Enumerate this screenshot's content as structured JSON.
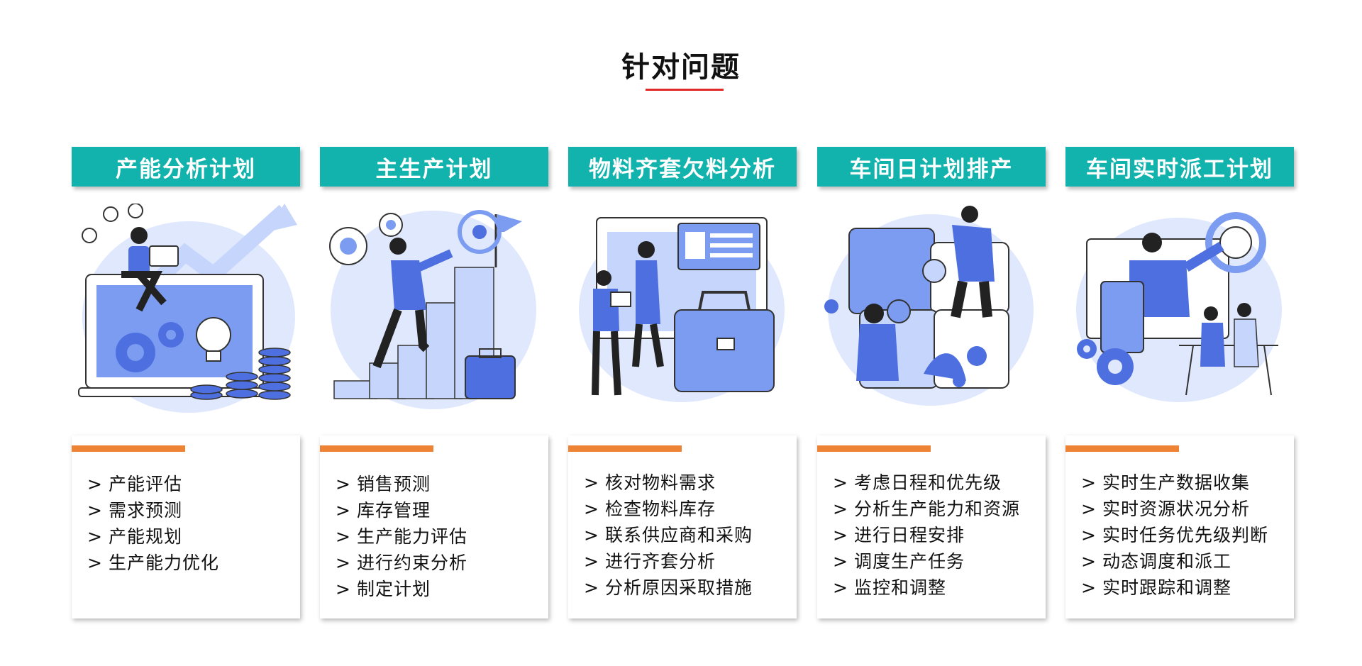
{
  "page": {
    "title": "针对问题"
  },
  "colors": {
    "header_bg": "#13b3ad",
    "accent_bar": "#ee8235",
    "title_underline": "#e02a2a",
    "illustration_blue": "#7b9cf0"
  },
  "bullet_marker": ">",
  "columns": [
    {
      "title": "产能分析计划",
      "illustration": "laptop-analytics-illustration",
      "items": [
        "产能评估",
        "需求预测",
        "产能规划",
        "生产能力优化"
      ]
    },
    {
      "title": "主生产计划",
      "illustration": "growth-stairs-illustration",
      "items": [
        "销售预测",
        "库存管理",
        "生产能力评估",
        "进行约束分析",
        "制定计划"
      ]
    },
    {
      "title": "物料齐套欠料分析",
      "illustration": "briefcase-team-illustration",
      "items": [
        "核对物料需求",
        "检查物料库存",
        "联系供应商和采购",
        "进行齐套分析",
        "分析原因采取措施"
      ]
    },
    {
      "title": "车间日计划排产",
      "illustration": "puzzle-team-illustration",
      "items": [
        "考虑日程和优先级",
        "分析生产能力和资源",
        "进行日程安排",
        "调度生产任务",
        "监控和调整"
      ]
    },
    {
      "title": "车间实时派工计划",
      "illustration": "dashboard-meeting-illustration",
      "items": [
        "实时生产数据收集",
        "实时资源状况分析",
        "实时任务优先级判断",
        "动态调度和派工",
        "实时跟踪和调整"
      ]
    }
  ]
}
